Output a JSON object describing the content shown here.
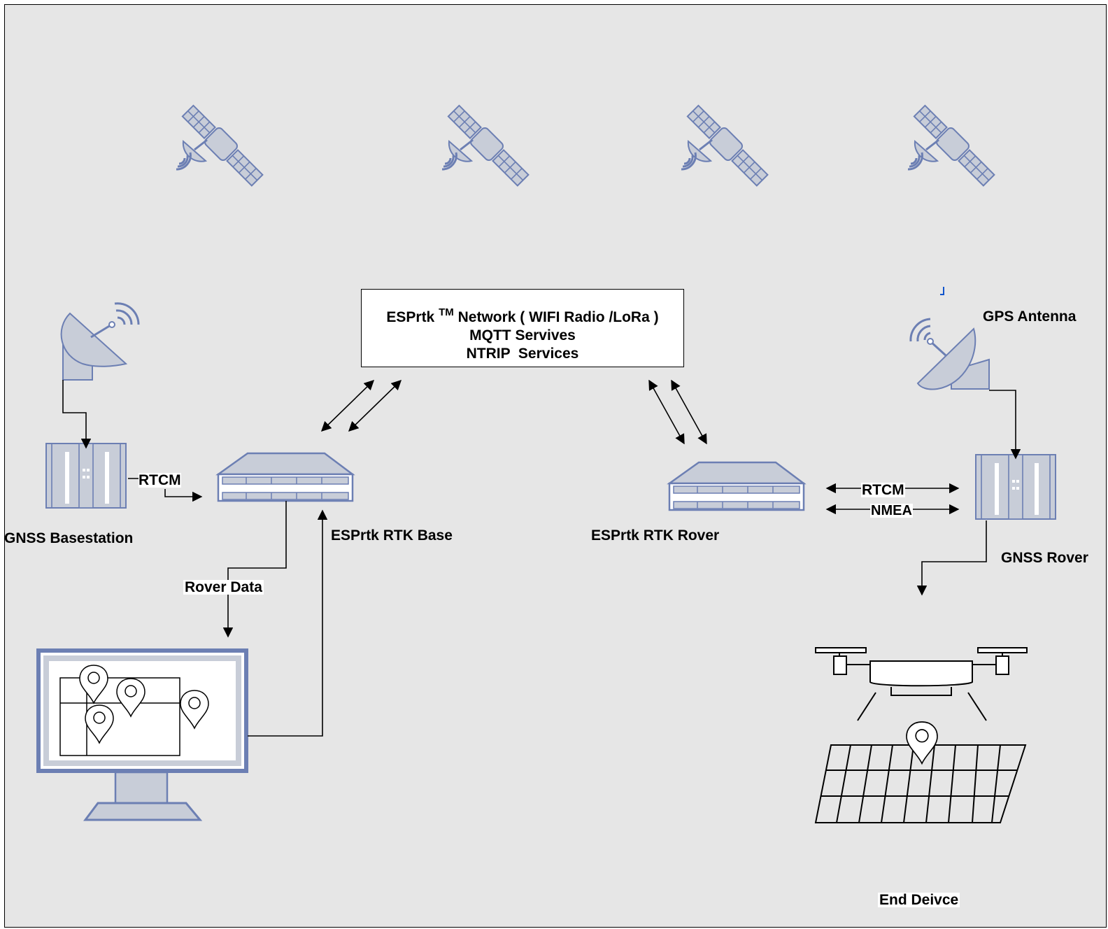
{
  "network": {
    "brand": "ESPrtk",
    "trademark": "TM",
    "line1_rest": "Network ( WIFI Radio /LoRa )",
    "line2": "MQTT Servives",
    "line3": "NTRIP  Services"
  },
  "labels": {
    "gnss_basestation": "GNSS Basestation",
    "rtcm_base": "RTCM",
    "rtk_base": "ESPrtk RTK Base",
    "rover_data": "Rover Data",
    "rtk_rover": "ESPrtk RTK Rover",
    "rtcm_rover": "RTCM",
    "nmea": "NMEA",
    "gps_antenna": "GPS Antenna",
    "gnss_rover": "GNSS Rover",
    "end_device": "End Deivce"
  },
  "icons": [
    "satellite-icon",
    "dish-antenna-icon",
    "gnss-receiver-icon",
    "router-icon",
    "monitor-map-icon",
    "drone-icon"
  ],
  "colors": {
    "background": "#e6e6e6",
    "icon_stroke": "#6c7fb3",
    "icon_fill": "#c8cdd8",
    "line": "#000000"
  }
}
